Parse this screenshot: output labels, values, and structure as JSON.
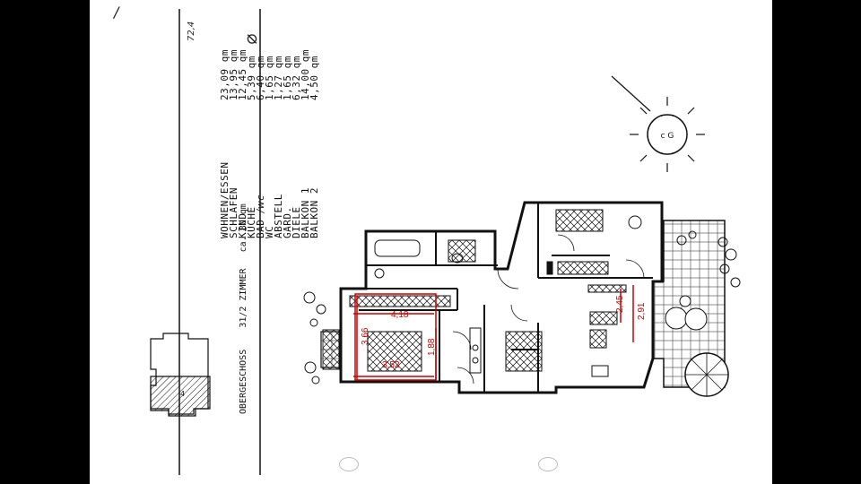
{
  "document": {
    "room_names": [
      "WOHNEN/ESSEN",
      "SCHLAFEN",
      "KIND",
      "KÜCHE",
      "BAD",
      "WC",
      "ABSTELL",
      "GARD.",
      "DIELE",
      "BALKON 1",
      "BALKON 2"
    ],
    "room_areas": [
      "23,09 qm",
      "13,95 qm",
      "12,45 qm",
      "5,39 qm",
      "6,40 qm",
      "1,65 qm",
      "1,27 qm",
      "1,65 qm",
      "6,32 qm",
      "14,00 qm",
      "4,50 qm"
    ],
    "handwritten_wc": "/wc",
    "handwritten_total": "72,4",
    "handwritten_diameter": "⌀",
    "tick_mark": "/",
    "floor_label": "OBERGESCHOSS",
    "apartment_label": "31/2 ZIMMER",
    "area_label": "ca. 80 qm",
    "sun_face_letters": "c G",
    "locator_number": "4"
  },
  "dimensions": {
    "bedroom_length": "4,18",
    "bedroom_width": "3,66",
    "bedroom_inner": "3,52",
    "bedroom_small": "1,88",
    "balcony_depth": "2,45",
    "balcony_depth2": "2,91"
  },
  "colors": {
    "dimension_lines": "#cc0000",
    "ink": "#111111",
    "background": "#000000",
    "paper": "#ffffff"
  }
}
